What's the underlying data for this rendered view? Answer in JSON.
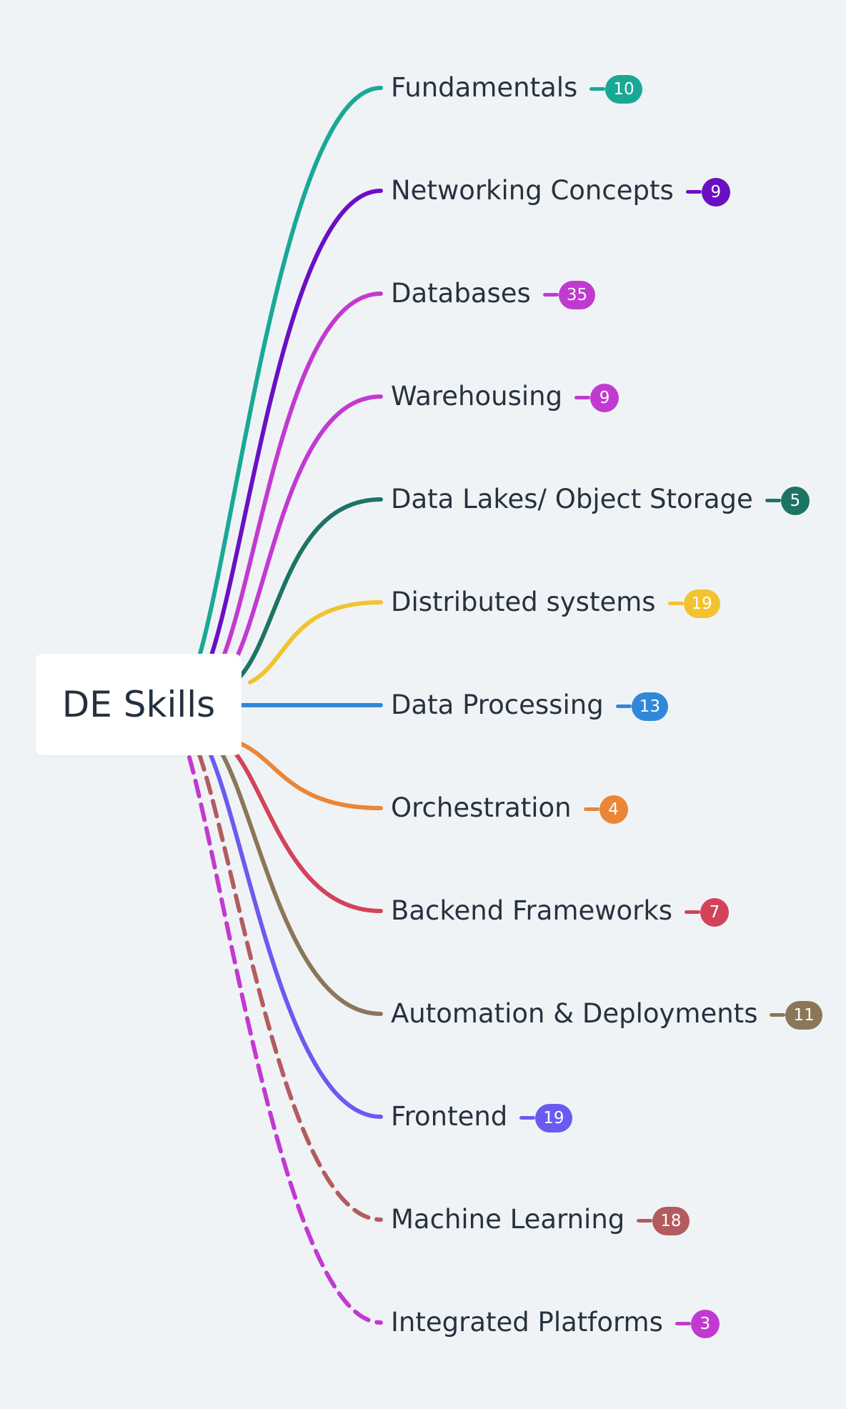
{
  "root": {
    "label": "DE Skills"
  },
  "branches": [
    {
      "label": "Fundamentals",
      "count": "10",
      "color": "#1aa896",
      "style": "solid"
    },
    {
      "label": "Networking Concepts",
      "count": "9",
      "color": "#6b0fc4",
      "style": "solid"
    },
    {
      "label": "Databases",
      "count": "35",
      "color": "#c13ad0",
      "style": "solid"
    },
    {
      "label": "Warehousing",
      "count": "9",
      "color": "#c13ad0",
      "style": "solid"
    },
    {
      "label": "Data Lakes/ Object Storage",
      "count": "5",
      "color": "#1d7464",
      "style": "solid"
    },
    {
      "label": "Distributed systems",
      "count": "19",
      "color": "#f2c32f",
      "style": "solid"
    },
    {
      "label": "Data Processing",
      "count": "13",
      "color": "#2f88d8",
      "style": "solid"
    },
    {
      "label": "Orchestration",
      "count": "4",
      "color": "#ea8636",
      "style": "solid"
    },
    {
      "label": "Backend Frameworks",
      "count": "7",
      "color": "#d2435a",
      "style": "solid"
    },
    {
      "label": "Automation & Deployments",
      "count": "11",
      "color": "#8a7759",
      "style": "solid"
    },
    {
      "label": "Frontend",
      "count": "19",
      "color": "#6a5bf0",
      "style": "solid"
    },
    {
      "label": "Machine Learning",
      "count": "18",
      "color": "#b35c5f",
      "style": "dashed"
    },
    {
      "label": "Integrated Platforms",
      "count": "3",
      "color": "#c13ad0",
      "style": "dashed"
    }
  ]
}
